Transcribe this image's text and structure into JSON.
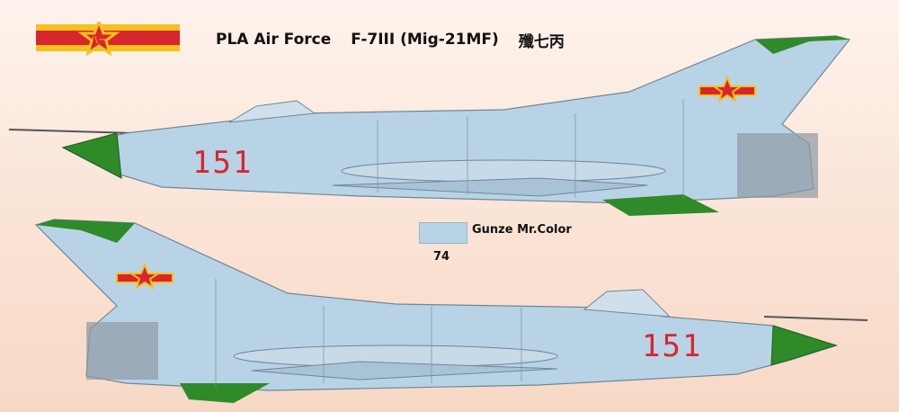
{
  "header": {
    "title_service": "PLA Air Force",
    "title_model": "F-7III (Mig-21MF)",
    "title_chinese": "殲七丙"
  },
  "aircraft": {
    "top_tail_number": "151",
    "bottom_tail_number": "151"
  },
  "paint_key": {
    "color_hex": "#b9d3e6",
    "brand_label": "Gunze Mr.Color",
    "color_code": "74"
  },
  "colors": {
    "fuselage": "#b9d3e6",
    "radome_green": "#2f8a2a",
    "insignia_red": "#d8262f",
    "insignia_yellow": "#f4c21c",
    "background": "#fbe6d9"
  }
}
